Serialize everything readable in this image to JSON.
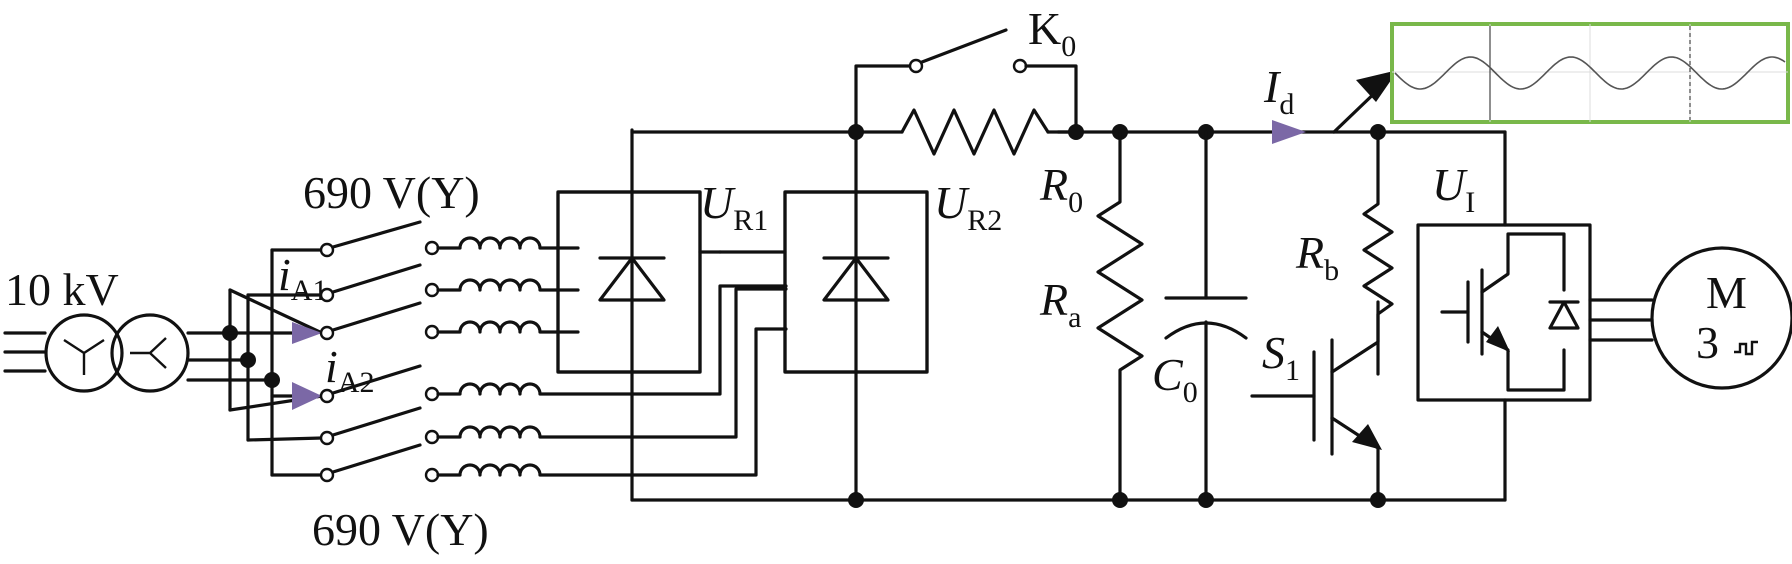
{
  "labels": {
    "source": "10 kV",
    "upper_winding": "690 V(Y)",
    "lower_winding": "690 V(Y)",
    "iA1_main": "i",
    "iA1_sub": "A1",
    "iA2_main": "i",
    "iA2_sub": "A2",
    "UR1_main": "U",
    "UR1_sub": "R1",
    "UR2_main": "U",
    "UR2_sub": "R2",
    "K0_main": "K",
    "K0_sub": "0",
    "R0_main": "R",
    "R0_sub": "0",
    "Ra_main": "R",
    "Ra_sub": "a",
    "C0_main": "C",
    "C0_sub": "0",
    "Id_main": "I",
    "Id_sub": "d",
    "Rb_main": "R",
    "Rb_sub": "b",
    "S1_main": "S",
    "S1_sub": "1",
    "UI_main": "U",
    "UI_sub": "I",
    "motor_main": "M",
    "motor_sub": "3"
  },
  "colors": {
    "arrow": "#7b68a6",
    "scope_frame": "#79b84a"
  }
}
